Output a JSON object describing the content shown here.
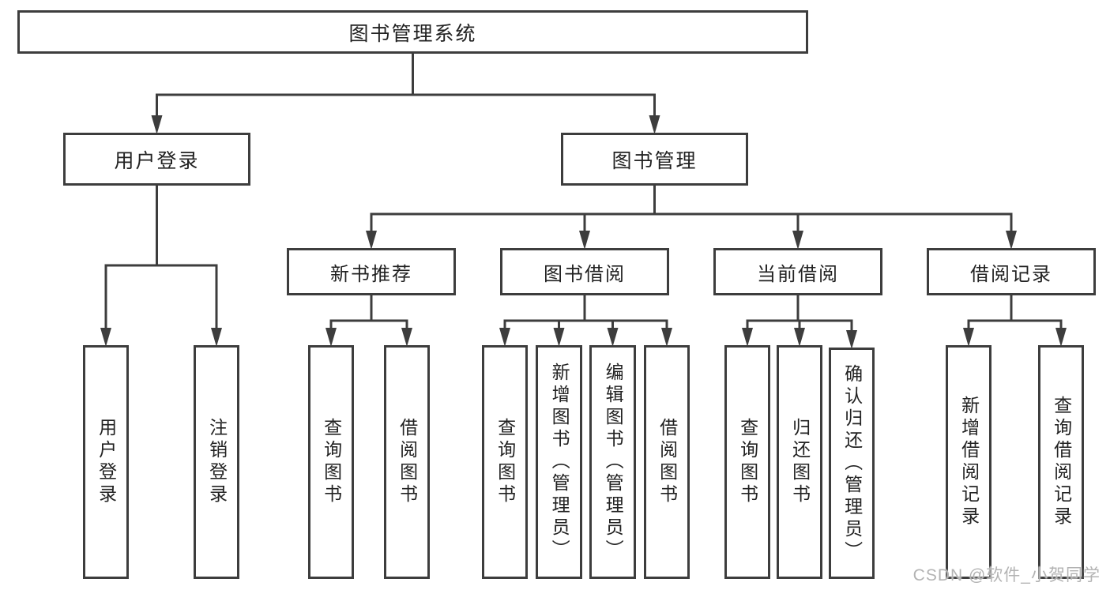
{
  "colors": {
    "line": "#3d3d3d",
    "text": "#222222",
    "background": "#ffffff",
    "watermark": "#b3b3b3"
  },
  "watermark": "CSDN @软件_小贺同学",
  "tree": {
    "id": "library-system",
    "label": "图书管理系统",
    "children": [
      {
        "id": "user-login",
        "label": "用户登录",
        "children": [
          {
            "id": "user-login-action",
            "label": "用户登录"
          },
          {
            "id": "logout-action",
            "label": "注销登录"
          }
        ]
      },
      {
        "id": "book-management",
        "label": "图书管理",
        "children": [
          {
            "id": "new-book-recommend",
            "label": "新书推荐",
            "children": [
              {
                "id": "query-books-recommend",
                "label": "查询图书"
              },
              {
                "id": "borrow-books-recommend",
                "label": "借阅图书"
              }
            ]
          },
          {
            "id": "book-borrowing",
            "label": "图书借阅",
            "children": [
              {
                "id": "query-books-borrowing",
                "label": "查询图书"
              },
              {
                "id": "add-books-admin",
                "label": "新增图书（管理员）"
              },
              {
                "id": "edit-books-admin",
                "label": "编辑图书（管理员）"
              },
              {
                "id": "borrow-books-borrowing",
                "label": "借阅图书"
              }
            ]
          },
          {
            "id": "current-borrowing",
            "label": "当前借阅",
            "children": [
              {
                "id": "query-books-current",
                "label": "查询图书"
              },
              {
                "id": "return-books",
                "label": "归还图书"
              },
              {
                "id": "confirm-return-admin",
                "label": "确认归还（管理员）"
              }
            ]
          },
          {
            "id": "borrowing-records",
            "label": "借阅记录",
            "children": [
              {
                "id": "add-borrowing-record",
                "label": "新增借阅记录"
              },
              {
                "id": "query-borrowing-record",
                "label": "查询借阅记录"
              }
            ]
          }
        ]
      }
    ]
  }
}
